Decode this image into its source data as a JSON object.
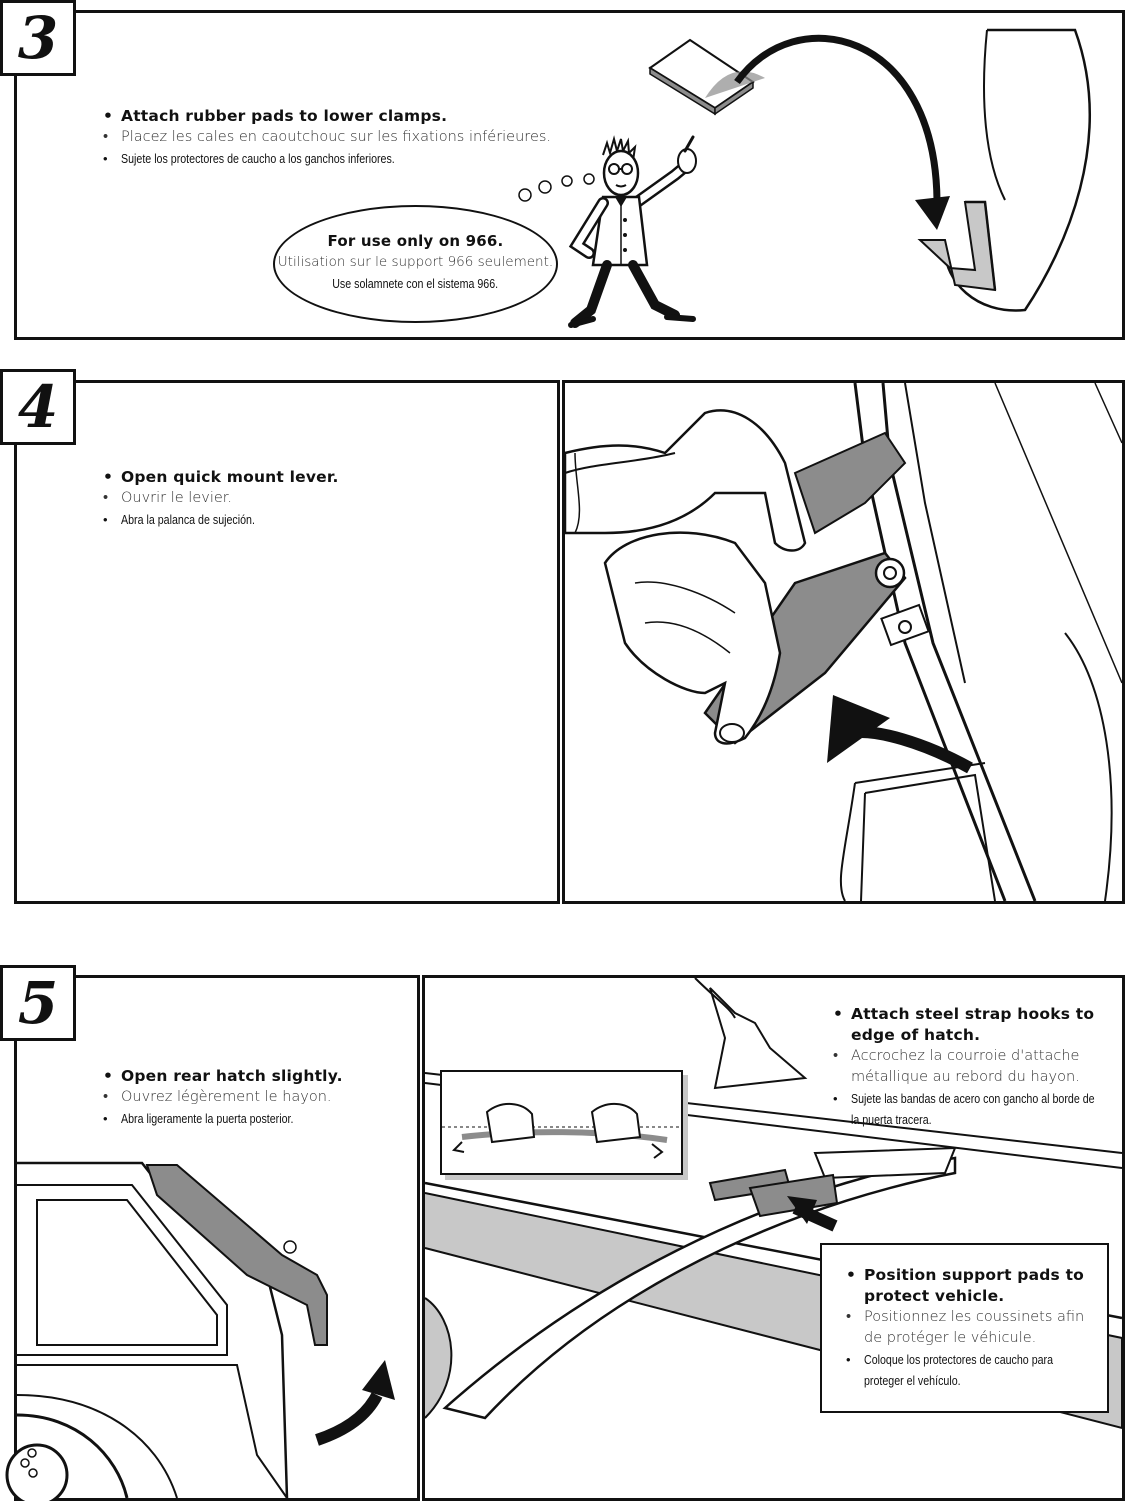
{
  "step3": {
    "number": "3",
    "instructions": {
      "en": "Attach rubber pads to lower clamps.",
      "fr": "Placez les cales en caoutchouc sur les fixations inférieures.",
      "es": "Sujete los protectores de caucho a los ganchos inferiores."
    },
    "note": {
      "en": "For use only on 966.",
      "fr": "Utilisation sur le support 966 seulement.",
      "es": "Use solamnete con el sistema 966."
    }
  },
  "step4": {
    "number": "4",
    "instructions": {
      "en": "Open quick mount lever.",
      "fr": "Ouvrir le levier.",
      "es": "Abra la palanca de sujeción."
    }
  },
  "step5": {
    "number": "5",
    "instructions": {
      "en": "Open rear hatch slightly.",
      "fr": "Ouvrez légèrement le hayon.",
      "es": "Abra ligeramente la puerta posterior."
    },
    "hooks": {
      "en": "Attach steel strap hooks to edge of hatch.",
      "fr": "Accrochez la courroie d'attache métallique au rebord du hayon.",
      "es": "Sujete las bandas de acero con gancho al borde de la puerta tracera."
    },
    "pads": {
      "en": "Position support pads to protect vehicle.",
      "fr": "Positionnez les coussinets afin de protéger le véhicule.",
      "es": "Coloque los protectores de caucho para proteger el vehículo."
    }
  },
  "colors": {
    "ink": "#111111",
    "pad_gray": "#8c8c8c",
    "light_gray": "#c8c8c8"
  }
}
